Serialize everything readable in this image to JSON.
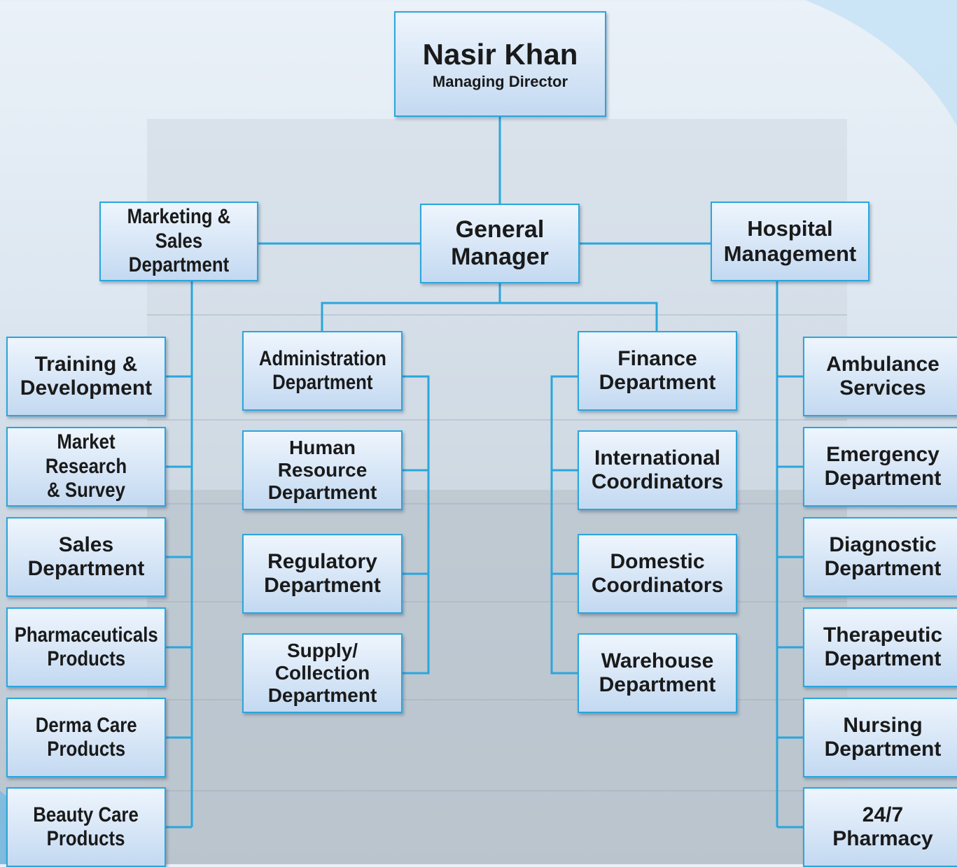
{
  "top": {
    "name": "Nasir Khan",
    "role": "Managing Director"
  },
  "general_manager": "General\nManager",
  "marketing": {
    "title": "Marketing & Sales\nDepartment",
    "children": [
      "Training &\nDevelopment",
      "Market Research\n& Survey",
      "Sales\nDepartment",
      "Pharmaceuticals\nProducts",
      "Derma Care\nProducts",
      "Beauty Care\nProducts"
    ]
  },
  "hospital": {
    "title": "Hospital\nManagement",
    "children": [
      "Ambulance\nServices",
      "Emergency\nDepartment",
      "Diagnostic\nDepartment",
      "Therapeutic\nDepartment",
      "Nursing\nDepartment",
      "24/7\nPharmacy"
    ]
  },
  "admin_column": [
    "Administration\nDepartment",
    "Human\nResource\nDepartment",
    "Regulatory\nDepartment",
    "Supply/\nCollection\nDepartment"
  ],
  "finance_column": [
    "Finance\nDepartment",
    "International\nCoordinators",
    "Domestic\nCoordinators",
    "Warehouse\nDepartment"
  ],
  "colors": {
    "connector": "#2aa6dc",
    "box_border": "#2aa6dc",
    "box_fill_top": "#eef5fd",
    "box_fill_bottom": "#c3d9f1"
  }
}
